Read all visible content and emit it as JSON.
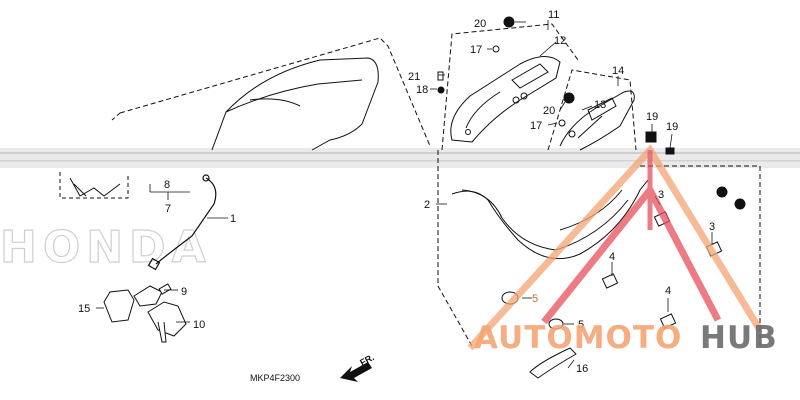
{
  "diagram": {
    "code": "MKP4F2300",
    "front_marker": "FR.",
    "callouts": {
      "c1": "1",
      "c2": "2",
      "c3a": "3",
      "c3b": "3",
      "c4a": "4",
      "c4b": "4",
      "c5a": "5",
      "c5b": "5",
      "c7": "7",
      "c8": "8",
      "c9": "9",
      "c10": "10",
      "c11": "11",
      "c12": "12",
      "c13": "13",
      "c14": "14",
      "c15": "15",
      "c16": "16",
      "c17a": "17",
      "c17b": "17",
      "c18": "18",
      "c19a": "19",
      "c19b": "19",
      "c20a": "20",
      "c20b": "20",
      "c21": "21"
    }
  },
  "watermark": {
    "brand_part1": "AUTOMOTO",
    "brand_part2": "HUB",
    "colors": {
      "orange": "#f4a574",
      "red": "#e8505b",
      "gray": "#6b6b6b"
    }
  },
  "background_banner": {
    "text": "HONDA"
  }
}
